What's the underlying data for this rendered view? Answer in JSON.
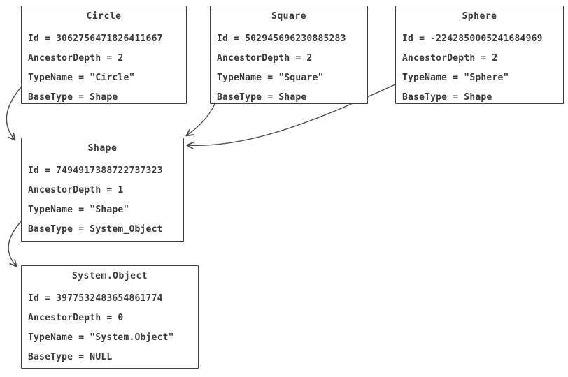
{
  "style": {
    "ink_color": "#3a3a3a",
    "background_color": "#ffffff"
  },
  "diagram": {
    "nodes": [
      {
        "name": "circle",
        "title": "Circle",
        "fields": [
          "Id = 3062756471826411667",
          "AncestorDepth = 2",
          "TypeName = \"Circle\"",
          "BaseType = Shape"
        ]
      },
      {
        "name": "square",
        "title": "Square",
        "fields": [
          "Id = 502945696230885283",
          "AncestorDepth = 2",
          "TypeName = \"Square\"",
          "BaseType = Shape"
        ]
      },
      {
        "name": "sphere",
        "title": "Sphere",
        "fields": [
          "Id = -2242850005241684969",
          "AncestorDepth = 2",
          "TypeName = \"Sphere\"",
          "BaseType = Shape"
        ]
      },
      {
        "name": "shape",
        "title": "Shape",
        "fields": [
          "Id = 7494917388722737323",
          "AncestorDepth = 1",
          "TypeName = \"Shape\"",
          "BaseType = System_Object"
        ]
      },
      {
        "name": "system-object",
        "title": "System.Object",
        "fields": [
          "Id = 3977532483654861774",
          "AncestorDepth = 0",
          "TypeName = \"System.Object\"",
          "BaseType = NULL"
        ]
      }
    ],
    "edges": [
      {
        "from": "Circle",
        "to": "Shape"
      },
      {
        "from": "Square",
        "to": "Shape"
      },
      {
        "from": "Sphere",
        "to": "Shape"
      },
      {
        "from": "Shape",
        "to": "System.Object"
      }
    ]
  }
}
